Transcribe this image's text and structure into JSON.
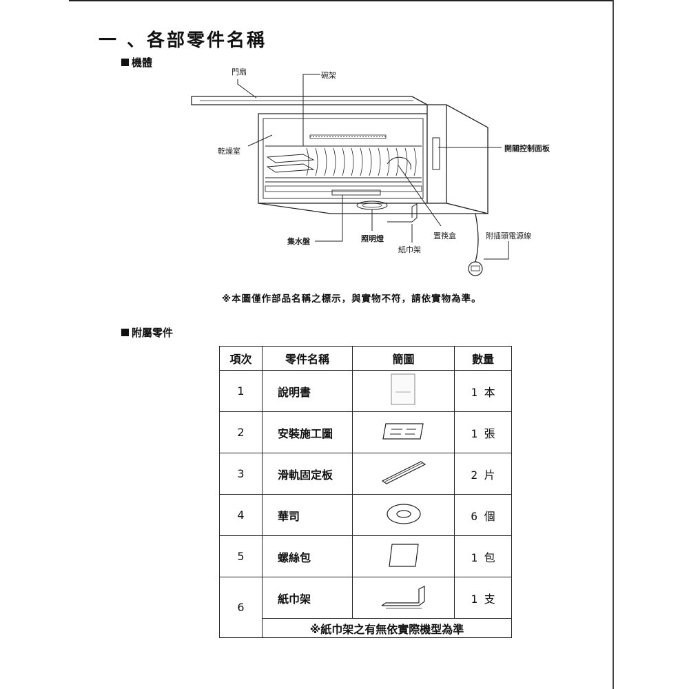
{
  "main_title": "一 、各部零件名稱",
  "section_body": "機體",
  "section_accessories": "附屬零件",
  "diagram_labels": {
    "door": "門扇",
    "dish_rack": "碗架",
    "drying_room": "乾燥室",
    "control_panel": "開關控制面板",
    "drip_tray": "集水盤",
    "light": "照明燈",
    "chopstick_box": "置筷盒",
    "power_cord": "附插頭電源線",
    "towel_rack": "紙巾架"
  },
  "note": "※本圖僅作部品名稱之標示，與實物不符，請依實物為準。",
  "table": {
    "headers": [
      "項次",
      "零件名稱",
      "簡圖",
      "數量"
    ],
    "rows": [
      {
        "no": "1",
        "name": "說明書",
        "icon": "manual-icon",
        "qty": "1 本"
      },
      {
        "no": "2",
        "name": "安裝施工圖",
        "icon": "installation-drawing-icon",
        "qty": "1 張"
      },
      {
        "no": "3",
        "name": "滑軌固定板",
        "icon": "rail-plate-icon",
        "qty": "2 片"
      },
      {
        "no": "4",
        "name": "華司",
        "icon": "washer-icon",
        "qty": "6 個"
      },
      {
        "no": "5",
        "name": "螺絲包",
        "icon": "screw-pack-icon",
        "qty": "1 包"
      },
      {
        "no": "6",
        "name": "紙巾架",
        "icon": "towel-rack-icon",
        "qty": "1 支"
      }
    ],
    "remark": "※紙巾架之有無依實際機型為準"
  }
}
